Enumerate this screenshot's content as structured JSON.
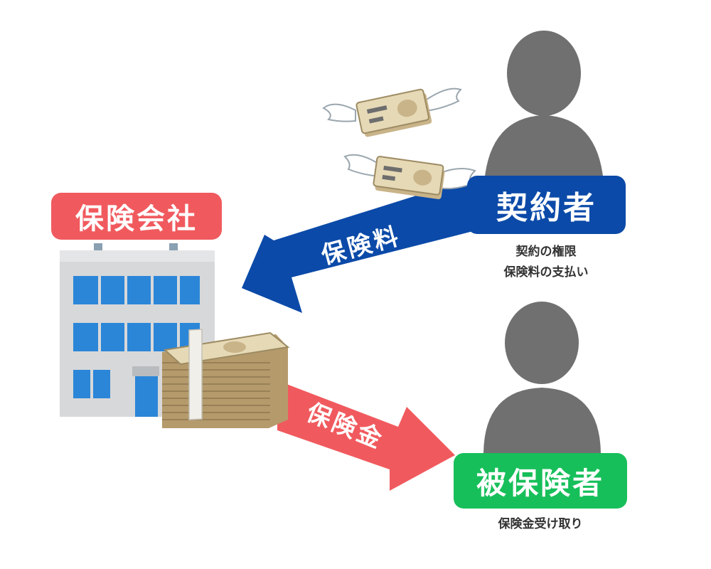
{
  "company": {
    "label": "保険会社",
    "color": "#f05a5e"
  },
  "contractor": {
    "label": "契約者",
    "color": "#0b4aa8",
    "notes": [
      "契約の権限",
      "保険料の支払い"
    ]
  },
  "insured": {
    "label": "被保険者",
    "color": "#17bf5a",
    "notes": [
      "保険金受け取り"
    ]
  },
  "arrows": {
    "premium": {
      "label": "保険料",
      "color": "#0b4aa8"
    },
    "payout": {
      "label": "保険金",
      "color": "#f05a5e"
    }
  },
  "icons": [
    "office-building-icon",
    "person-silhouette-icon",
    "flying-money-icon",
    "cash-stack-icon"
  ]
}
